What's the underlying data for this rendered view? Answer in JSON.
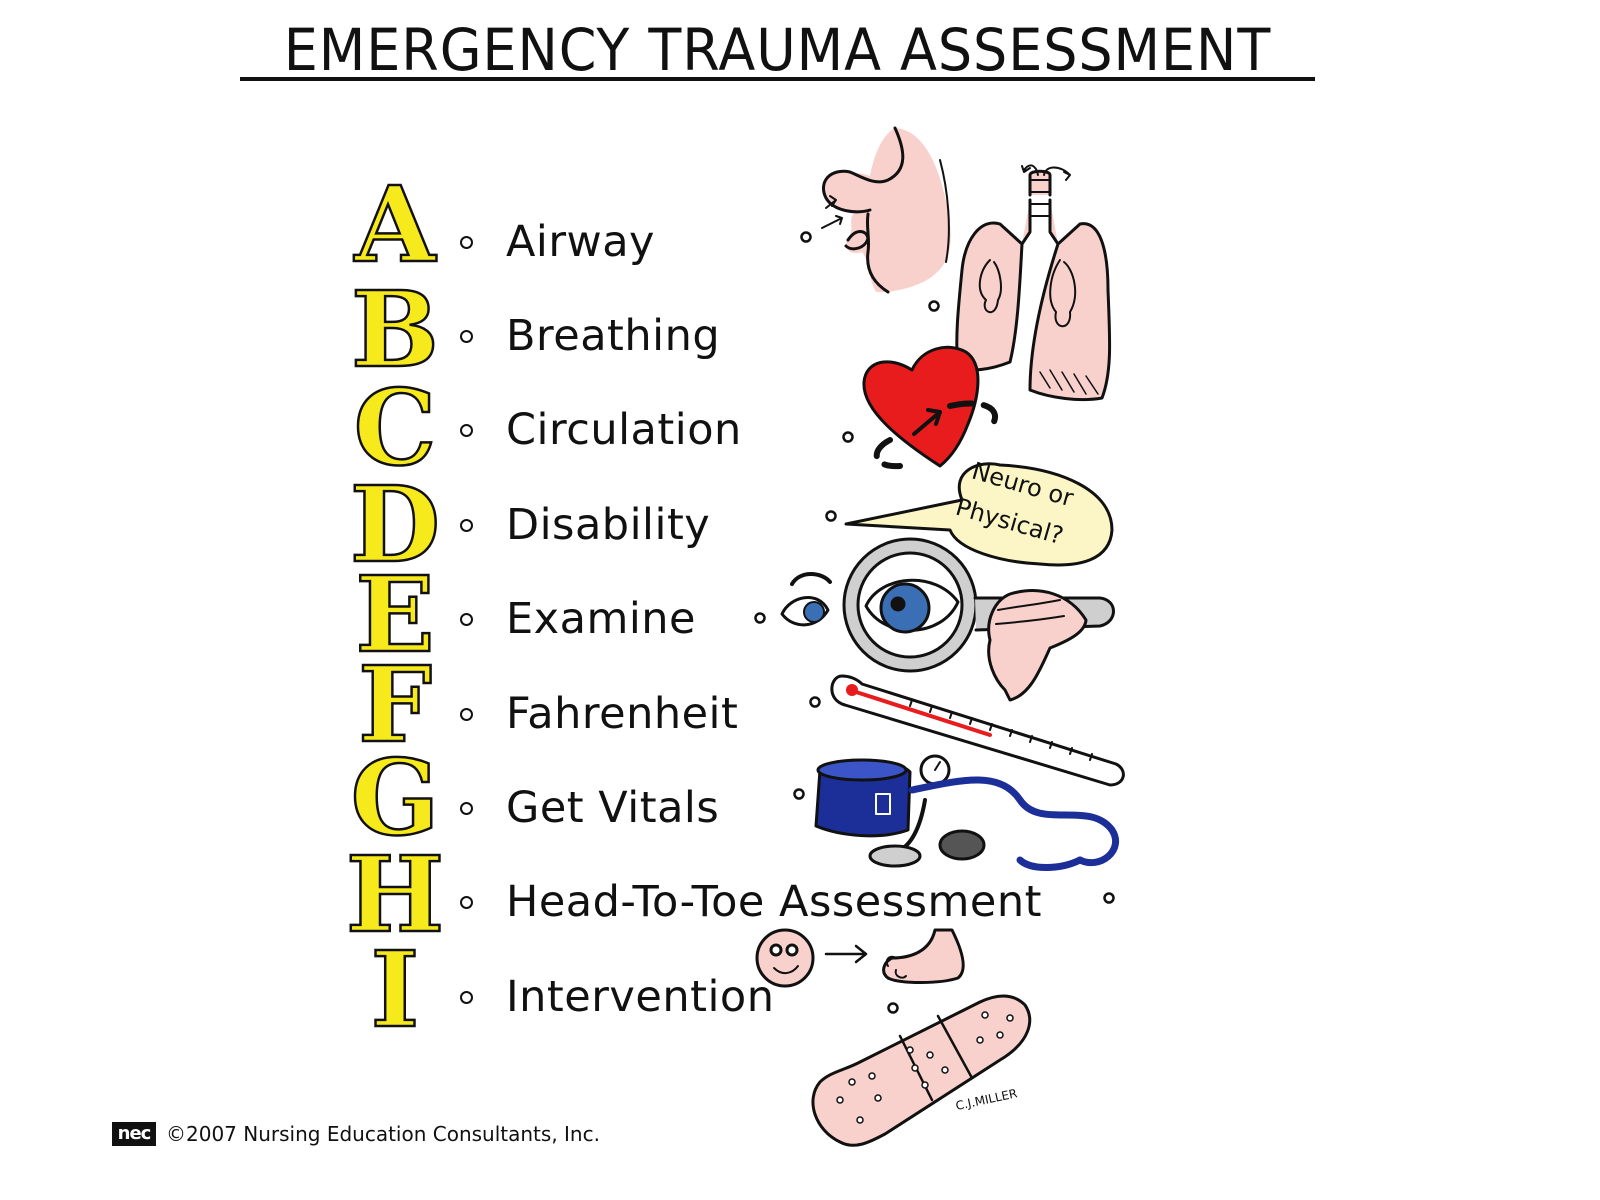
{
  "title": "EMERGENCY TRAUMA ASSESSMENT",
  "mnemonic": [
    {
      "letter": "A",
      "label": "Airway"
    },
    {
      "letter": "B",
      "label": "Breathing"
    },
    {
      "letter": "C",
      "label": "Circulation"
    },
    {
      "letter": "D",
      "label": "Disability"
    },
    {
      "letter": "E",
      "label": "Examine"
    },
    {
      "letter": "F",
      "label": "Fahrenheit"
    },
    {
      "letter": "G",
      "label": "Get Vitals"
    },
    {
      "letter": "H",
      "label": "Head-To-Toe Assessment"
    },
    {
      "letter": "I",
      "label": "Intervention"
    }
  ],
  "speech_bubble": {
    "line1": "Neuro or",
    "line2": "Physical?"
  },
  "signature": "C.J.MILLER",
  "footer": {
    "logo": "nec",
    "copyright": "©2007 Nursing Education Consultants, Inc."
  },
  "illustrations": [
    "nose-mouth-icon",
    "lungs-icon",
    "heart-icon",
    "eye-icon",
    "magnifying-glass-icon",
    "thermometer-icon",
    "blood-pressure-cuff-icon",
    "stethoscope-icon",
    "smiley-face-icon",
    "foot-icon",
    "bandage-icon"
  ],
  "colors": {
    "letters": "#f7ea1c",
    "heart": "#e81c1c",
    "skin": "#f8d0cc",
    "cuff": "#1c2f99",
    "bubble": "#fcf6c6",
    "eye": "#3b6fb5"
  }
}
